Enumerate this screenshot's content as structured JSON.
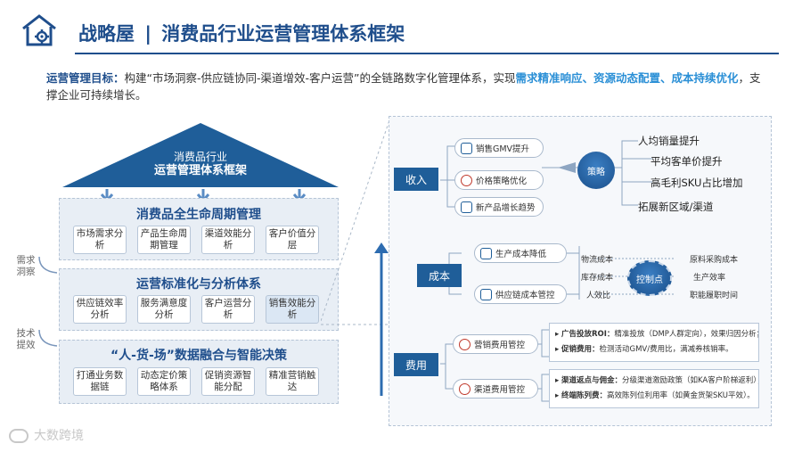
{
  "header": {
    "title_brand": "战略屋",
    "title_sep": "|",
    "title_main": "消费品行业运营管理体系框架"
  },
  "goal": {
    "label": "运营管理目标：",
    "text1": "构建“市场洞察-供应链协同-渠道增效-客户运营”的全链路数字化管理体系，实现",
    "hl1": "需求精准响应、资源动态配置、",
    "hl2": "成本持续优化",
    "text2": "，支撑企业可持续增长。"
  },
  "roof": {
    "line1": "消费品行业",
    "line2": "运营管理体系框架"
  },
  "side_labels": {
    "demand": "需求洞察",
    "tech": "技术提效"
  },
  "sections": [
    {
      "title": "消费品全生命周期管理",
      "items": [
        "市场需求分析",
        "产品生命周期管理",
        "渠道效能分析",
        "客户价值分层"
      ]
    },
    {
      "title": "运营标准化与分析体系",
      "items": [
        "供应链效率分析",
        "服务满意度分析",
        "客户运营分析",
        "销售效能分析"
      ]
    },
    {
      "title": "“人-货-场”数据融合与智能决策",
      "items": [
        "打通业务数据链",
        "动态定价策略体系",
        "促销资源智能分配",
        "精准营销触达"
      ]
    }
  ],
  "right": {
    "revenue": {
      "tag": "收入",
      "items": [
        "销售GMV提升",
        "价格策略优化",
        "新产品增长趋势"
      ],
      "hub": "策略",
      "outcomes": [
        "人均销量提升",
        "平均客单价提升",
        "高毛利SKU占比增加",
        "拓展新区域/渠道"
      ]
    },
    "cost": {
      "tag": "成本",
      "items": [
        "生产成本降低",
        "供应链成本管控"
      ],
      "hub": "控制点",
      "left_points": [
        "物流成本",
        "库存成本",
        "人效比"
      ],
      "right_points": [
        "原料采购成本",
        "生产效率",
        "职能履职时间"
      ]
    },
    "expense": {
      "tag": "费用",
      "items": [
        {
          "label": "营销费用管控",
          "notes": [
            {
              "key": "广告投放ROI：",
              "val": "精准投放（DMP人群定向），效果归因分析；"
            },
            {
              "key": "促销费用：",
              "val": "检测活动GMV/费用比，满减券核销率。"
            }
          ]
        },
        {
          "label": "渠道费用管控",
          "notes": [
            {
              "key": "渠道返点与佣金：",
              "val": "分级渠道激励政策（如KA客户阶梯返利）；"
            },
            {
              "key": "终端陈列费：",
              "val": "高效陈列位利用率（如黄金货架SKU平效）。"
            }
          ]
        }
      ]
    }
  },
  "watermark": "大数跨境",
  "colors": {
    "primary": "#1f4e8c",
    "accent": "#2a8fd6",
    "section_bg": "#e8eef5"
  }
}
